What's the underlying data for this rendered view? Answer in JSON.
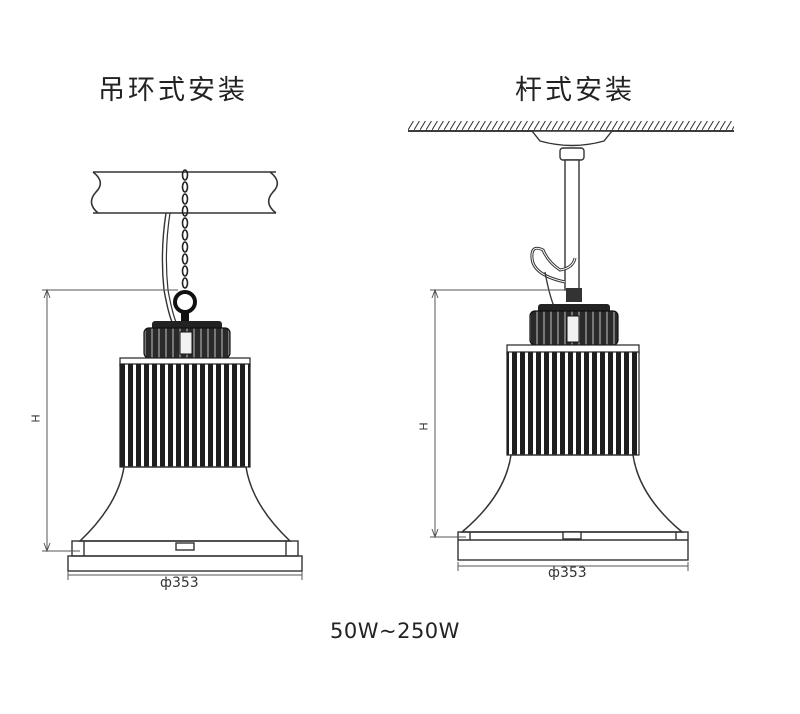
{
  "titles": {
    "left": "吊环式安装",
    "right": "杆式安装"
  },
  "dimensions": {
    "height_label": "H",
    "diameter_left": "ф353",
    "diameter_right": "ф353"
  },
  "footer": {
    "power_range": "50W~250W"
  }
}
